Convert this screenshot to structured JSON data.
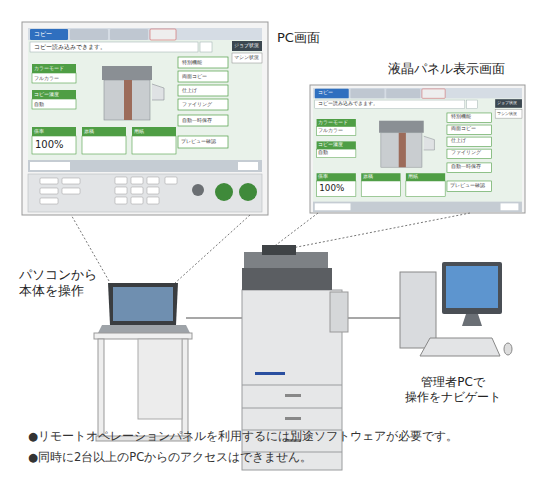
{
  "diagram": {
    "nodes": [
      {
        "text": [
          "PC画面"
        ]
      },
      {
        "text": [
          "液晶パネル表示画面"
        ]
      },
      {
        "text": [
          "パソコンから 本体を操作"
        ]
      },
      {
        "text": [
          "管理者PCで 操作をナビゲート"
        ]
      }
    ],
    "edges": [
      {
        "from": 2,
        "to": 0,
        "arrow": "none"
      }
    ],
    "labels": [
      "コピー",
      "コピー読み込みできます。",
      "カラーモード",
      "フルカラー",
      "コピー濃度",
      "自動",
      "特別機能",
      "両面コピー",
      "仕上げ",
      "ファイリング",
      "自動一時保存",
      "倍率",
      "100%",
      "原稿",
      "用紙",
      "プレビュー確認",
      "ジョブ状況",
      "マシン状況",
      "コピー",
      "コピー読み込みできます。",
      "カラーモード",
      "フルカラー",
      "コピー濃度",
      "自動",
      "特別機能",
      "両面コピー",
      "仕上げ",
      "ファイリング",
      "自動一時保存",
      "倍率",
      "100%",
      "原稿",
      "用紙",
      "プレビュー確認",
      "ジョブ状況",
      "マシン状況",
      "●リモートオペレーションパネルを利用するには別途ソフトウェアが必要です。",
      "●同時に2台以上のPCからのアクセスはできません。"
    ]
  }
}
